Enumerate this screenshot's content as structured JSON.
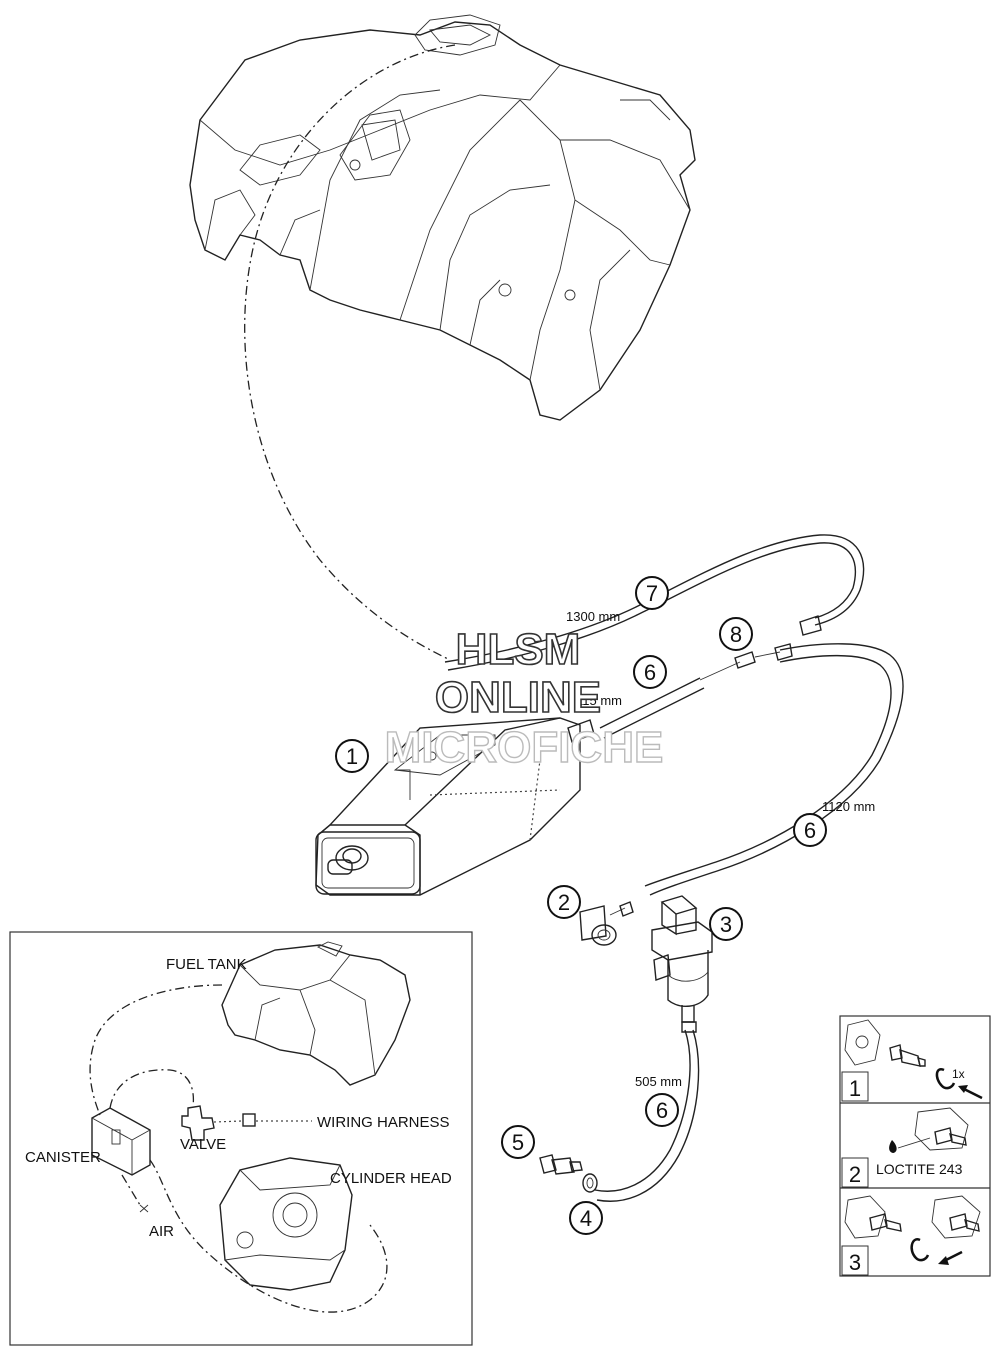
{
  "callouts": [
    {
      "id": "1",
      "label": "1"
    },
    {
      "id": "2",
      "label": "2"
    },
    {
      "id": "3",
      "label": "3"
    },
    {
      "id": "4",
      "label": "4"
    },
    {
      "id": "5",
      "label": "5"
    },
    {
      "id": "6a",
      "label": "6"
    },
    {
      "id": "6b",
      "label": "6"
    },
    {
      "id": "6c",
      "label": "6"
    },
    {
      "id": "7",
      "label": "7"
    },
    {
      "id": "8",
      "label": "8"
    }
  ],
  "dimensions": {
    "hose_7": "1300 mm",
    "hose_6_short": "115 mm",
    "hose_6_long": "1120 mm",
    "hose_6_lower": "505 mm"
  },
  "watermark": {
    "line1": "HLSM",
    "line2": "ONLINE",
    "line3": "MICROFICHE"
  },
  "inset": {
    "fuel_tank": "FUEL TANK",
    "canister": "CANISTER",
    "valve": "VALVE",
    "wiring_harness": "WIRING HARNESS",
    "cylinder_head": "CYLINDER HEAD",
    "air": "AIR"
  },
  "steps": [
    {
      "number": "1",
      "note": "1x"
    },
    {
      "number": "2",
      "note": "LOCTITE 243"
    },
    {
      "number": "3",
      "note": ""
    }
  ]
}
